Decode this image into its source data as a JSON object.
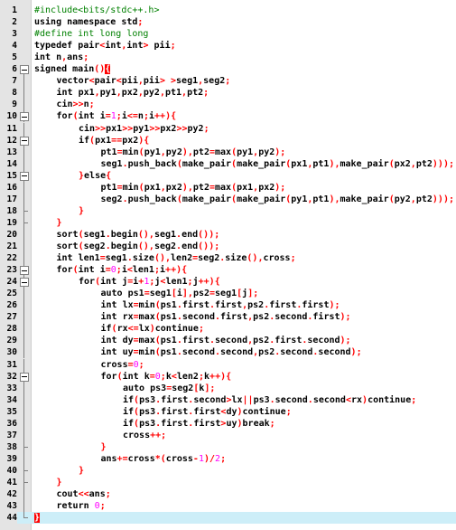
{
  "editor": {
    "current_line": 44,
    "colors": {
      "gutter_bg": "#e4e4e4",
      "current_line_bg": "#cdeef8",
      "preprocessor": "#008000",
      "operator": "#ff0000",
      "number": "#ff00ff",
      "text": "#000000",
      "bracket_highlight": "#ff0000"
    },
    "lines": [
      {
        "n": "1",
        "indent": 0,
        "fold": "none",
        "code": "#include<bits/stdc++.h>"
      },
      {
        "n": "2",
        "indent": 0,
        "fold": "none",
        "code": "using namespace std;"
      },
      {
        "n": "3",
        "indent": 0,
        "fold": "none",
        "code": "#define int long long"
      },
      {
        "n": "4",
        "indent": 0,
        "fold": "none",
        "code": "typedef pair<int,int> pii;"
      },
      {
        "n": "5",
        "indent": 0,
        "fold": "none",
        "code": "int n,ans;"
      },
      {
        "n": "6",
        "indent": 0,
        "fold": "open",
        "code": "signed main(){"
      },
      {
        "n": "7",
        "indent": 1,
        "fold": "line",
        "code": "vector<pair<pii,pii> >seg1,seg2;"
      },
      {
        "n": "8",
        "indent": 1,
        "fold": "line",
        "code": "int px1,py1,px2,py2,pt1,pt2;"
      },
      {
        "n": "9",
        "indent": 1,
        "fold": "line",
        "code": "cin>>n;"
      },
      {
        "n": "10",
        "indent": 1,
        "fold": "open",
        "code": "for(int i=1;i<=n;i++){"
      },
      {
        "n": "11",
        "indent": 2,
        "fold": "line",
        "code": "cin>>px1>>py1>>px2>>py2;"
      },
      {
        "n": "12",
        "indent": 2,
        "fold": "open",
        "code": "if(px1==px2){"
      },
      {
        "n": "13",
        "indent": 3,
        "fold": "line",
        "code": "pt1=min(py1,py2),pt2=max(py1,py2);"
      },
      {
        "n": "14",
        "indent": 3,
        "fold": "line",
        "code": "seg1.push_back(make_pair(make_pair(px1,pt1),make_pair(px2,pt2)));"
      },
      {
        "n": "15",
        "indent": 2,
        "fold": "open",
        "code": "}else{"
      },
      {
        "n": "16",
        "indent": 3,
        "fold": "line",
        "code": "pt1=min(px1,px2),pt2=max(px1,px2);"
      },
      {
        "n": "17",
        "indent": 3,
        "fold": "line",
        "code": "seg2.push_back(make_pair(make_pair(py1,pt1),make_pair(py2,pt2)));"
      },
      {
        "n": "18",
        "indent": 2,
        "fold": "end",
        "code": "}"
      },
      {
        "n": "19",
        "indent": 1,
        "fold": "end",
        "code": "}"
      },
      {
        "n": "20",
        "indent": 1,
        "fold": "line",
        "code": "sort(seg1.begin(),seg1.end());"
      },
      {
        "n": "21",
        "indent": 1,
        "fold": "line",
        "code": "sort(seg2.begin(),seg2.end());"
      },
      {
        "n": "22",
        "indent": 1,
        "fold": "line",
        "code": "int len1=seg1.size(),len2=seg2.size(),cross;"
      },
      {
        "n": "23",
        "indent": 1,
        "fold": "open",
        "code": "for(int i=0;i<len1;i++){"
      },
      {
        "n": "24",
        "indent": 2,
        "fold": "open",
        "code": "for(int j=i+1;j<len1;j++){"
      },
      {
        "n": "25",
        "indent": 3,
        "fold": "line",
        "code": "auto ps1=seg1[i],ps2=seg1[j];"
      },
      {
        "n": "26",
        "indent": 3,
        "fold": "line",
        "code": "int lx=min(ps1.first.first,ps2.first.first);"
      },
      {
        "n": "27",
        "indent": 3,
        "fold": "line",
        "code": "int rx=max(ps1.second.first,ps2.second.first);"
      },
      {
        "n": "28",
        "indent": 3,
        "fold": "line",
        "code": "if(rx<=lx)continue;"
      },
      {
        "n": "29",
        "indent": 3,
        "fold": "line",
        "code": "int dy=max(ps1.first.second,ps2.first.second);"
      },
      {
        "n": "30",
        "indent": 3,
        "fold": "line",
        "code": "int uy=min(ps1.second.second,ps2.second.second);"
      },
      {
        "n": "31",
        "indent": 3,
        "fold": "line",
        "code": "cross=0;"
      },
      {
        "n": "32",
        "indent": 3,
        "fold": "open",
        "code": "for(int k=0;k<len2;k++){"
      },
      {
        "n": "33",
        "indent": 4,
        "fold": "line",
        "code": "auto ps3=seg2[k];"
      },
      {
        "n": "34",
        "indent": 4,
        "fold": "line",
        "code": "if(ps3.first.second>lx||ps3.second.second<rx)continue;"
      },
      {
        "n": "35",
        "indent": 4,
        "fold": "line",
        "code": "if(ps3.first.first<dy)continue;"
      },
      {
        "n": "36",
        "indent": 4,
        "fold": "line",
        "code": "if(ps3.first.first>uy)break;"
      },
      {
        "n": "37",
        "indent": 4,
        "fold": "line",
        "code": "cross++;"
      },
      {
        "n": "38",
        "indent": 3,
        "fold": "end",
        "code": "}"
      },
      {
        "n": "39",
        "indent": 3,
        "fold": "line",
        "code": "ans+=cross*(cross-1)/2;"
      },
      {
        "n": "40",
        "indent": 2,
        "fold": "end",
        "code": "}"
      },
      {
        "n": "41",
        "indent": 1,
        "fold": "end",
        "code": "}"
      },
      {
        "n": "42",
        "indent": 1,
        "fold": "line",
        "code": "cout<<ans;"
      },
      {
        "n": "43",
        "indent": 1,
        "fold": "line",
        "code": "return 0;"
      },
      {
        "n": "44",
        "indent": 0,
        "fold": "end",
        "code": "}"
      }
    ]
  }
}
